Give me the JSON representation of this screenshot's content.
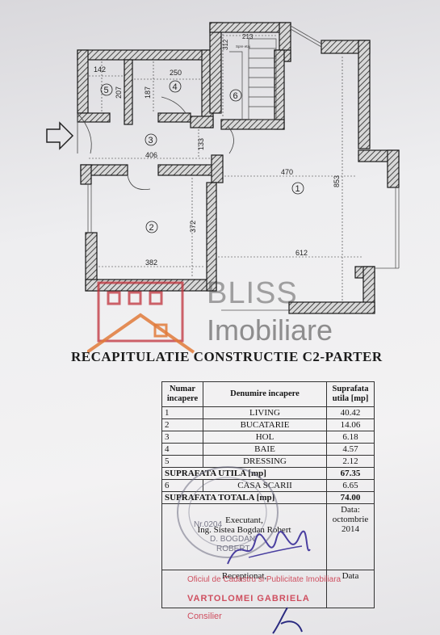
{
  "plan": {
    "rooms": [
      {
        "num": "1"
      },
      {
        "num": "2"
      },
      {
        "num": "3"
      },
      {
        "num": "4"
      },
      {
        "num": "5"
      },
      {
        "num": "6"
      }
    ],
    "dimensions": [
      "142",
      "250",
      "207",
      "187",
      "213",
      "312",
      "133",
      "406",
      "470",
      "853",
      "372",
      "382",
      "612"
    ],
    "stair_label": "Spre etaj"
  },
  "watermark": {
    "line1": "BLISS",
    "line2": "Imobiliare"
  },
  "title": "RECAPITULATIE  CONSTRUCTIE C2-PARTER",
  "table": {
    "headers": {
      "num": "Numar incapere",
      "name": "Denumire incapere",
      "area": "Suprafata utila [mp]"
    },
    "rows": [
      {
        "num": "1",
        "name": "LIVING",
        "area": "40.42"
      },
      {
        "num": "2",
        "name": "BUCATARIE",
        "area": "14.06"
      },
      {
        "num": "3",
        "name": "HOL",
        "area": "6.18"
      },
      {
        "num": "4",
        "name": "BAIE",
        "area": "4.57"
      },
      {
        "num": "5",
        "name": "DRESSING",
        "area": "2.12"
      }
    ],
    "util_total": {
      "label": "SUPRAFATA UTILA [mp]",
      "area": "67.35"
    },
    "row6": {
      "num": "6",
      "name": "CASA SCARII",
      "area": "6.65"
    },
    "total": {
      "label": "SUPRAFATA TOTALA [mp]",
      "area": "74.00"
    },
    "executant": {
      "label": "Executant,",
      "name": "Ing. Sistea Bogdan Robert",
      "date_label": "Data:",
      "date": "octombrie 2014"
    },
    "receptionat": {
      "label": "Receptionat,",
      "date_label": "Data"
    }
  },
  "stamps": {
    "round_top": "Nr.0204",
    "round_mid": "D. BOGDAN",
    "round_bot": "ROBERT",
    "red_office": "Oficiul de Cadastru si Publicitate Imobiliara",
    "red_name": "VARTOLOMEI GABRIELA",
    "red_role": "Consilier"
  },
  "colors": {
    "wall_hatch": "#2a2a2a",
    "ink": "#1b1b1b",
    "stamp_red": "#c8283c",
    "logo_orange": "#e07a3a",
    "logo_red": "#c0303a"
  }
}
